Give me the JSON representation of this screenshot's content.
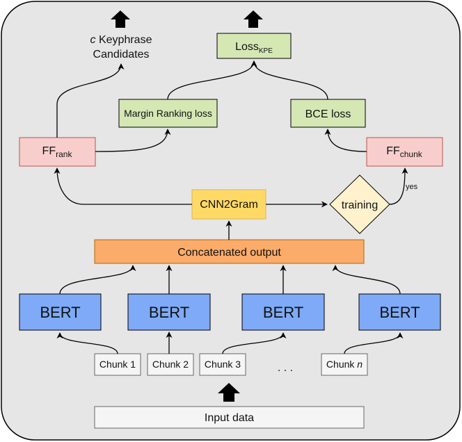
{
  "colors": {
    "panel": "#e6e6e6",
    "bert": "#7eaaf7",
    "concat": "#fbab6a",
    "cnn": "#ffd966",
    "diamond": "#fff2cc",
    "ff": "#f8cecc",
    "loss": "#d5e8b4",
    "chunk": "#f5f5f5"
  },
  "output_candidates": {
    "line1_var": "c",
    "line1_text": " Keyphrase",
    "line2": "Candidates"
  },
  "loss_kpe": {
    "main": "Loss",
    "sub": "KPE"
  },
  "margin_ranking_loss": "Margin Ranking loss",
  "bce_loss": "BCE loss",
  "ff_rank": {
    "main": "FF",
    "sub": "rank"
  },
  "ff_chunk": {
    "main": "FF",
    "sub": "chunk"
  },
  "cnn2gram": "CNN2Gram",
  "training": "training",
  "yes_label": "yes",
  "concatenated_output": "Concatenated output",
  "bert_label": "BERT",
  "chunks": [
    "Chunk 1",
    "Chunk 2",
    "Chunk 3"
  ],
  "chunk_n": {
    "text": "Chunk ",
    "var": "n"
  },
  "ellipsis": ". . .",
  "input_data": "Input data"
}
